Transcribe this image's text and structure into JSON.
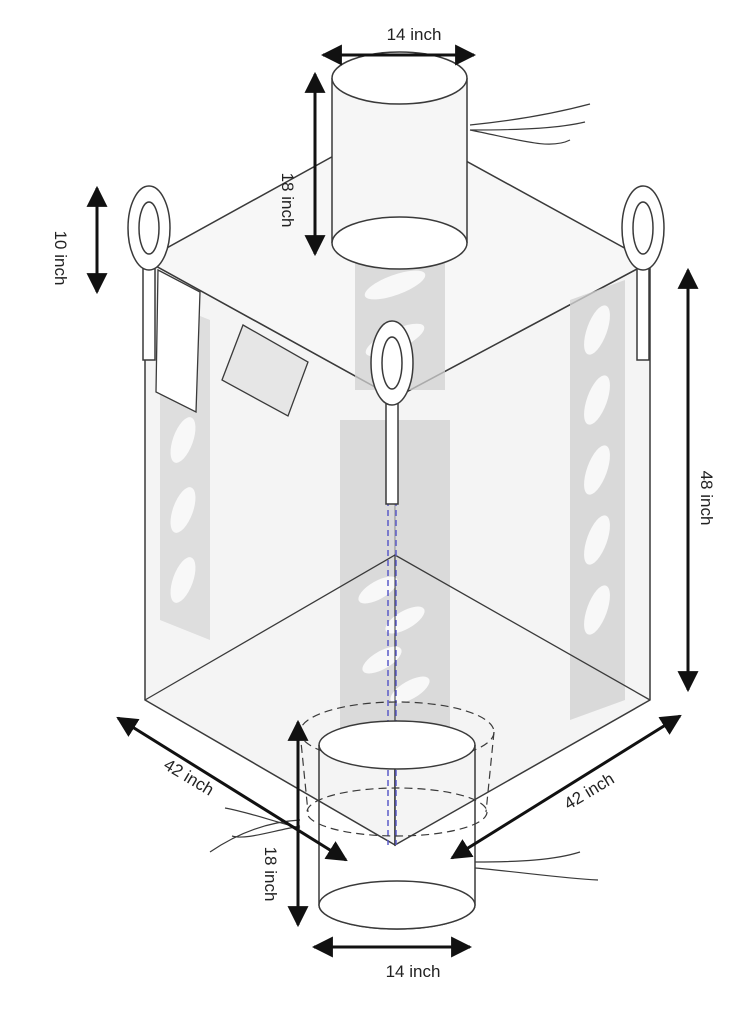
{
  "labels": {
    "top_spout_width": "14 inch",
    "top_spout_height": "18 inch",
    "loop_height": "10 inch",
    "body_height": "48 inch",
    "base_left_width": "42 inch",
    "base_right_width": "42 inch",
    "bottom_spout_height": "18 inch",
    "bottom_spout_width": "14 inch"
  },
  "colors": {
    "outline": "#3a3a3a",
    "panel_fill": "#f2f2f2",
    "stripe_fill": "#cfcfcf",
    "seam_dash": "#5b5bc8",
    "arrow": "#111111"
  }
}
